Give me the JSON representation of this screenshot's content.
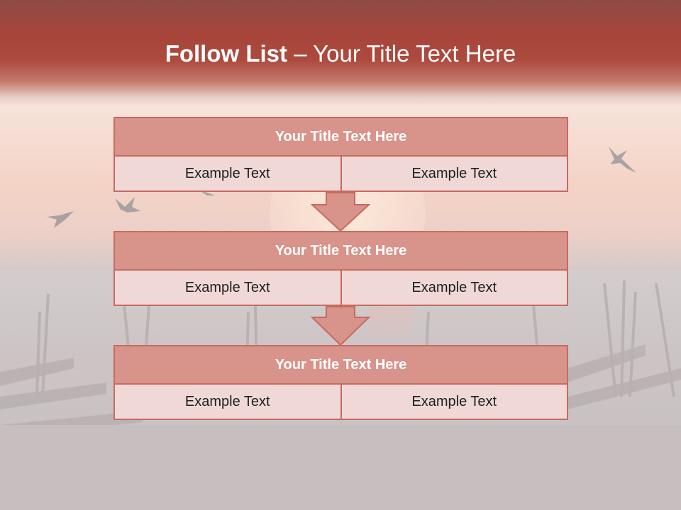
{
  "slide": {
    "title_bold": "Follow List",
    "title_rest": " – Your Title Text Here"
  },
  "blocks": [
    {
      "title": "Your Title Text Here",
      "cells": [
        "Example Text",
        "Example Text"
      ]
    },
    {
      "title": "Your Title Text Here",
      "cells": [
        "Example Text",
        "Example Text"
      ]
    },
    {
      "title": "Your Title Text Here",
      "cells": [
        "Example Text",
        "Example Text"
      ]
    }
  ],
  "colors": {
    "header_red": "#ad4a3e",
    "block_title_fill": "#d8938a",
    "block_border": "#c86a60",
    "cell_fill": "#efd8d6"
  },
  "icons": [
    "bird-silhouette",
    "down-arrow"
  ]
}
